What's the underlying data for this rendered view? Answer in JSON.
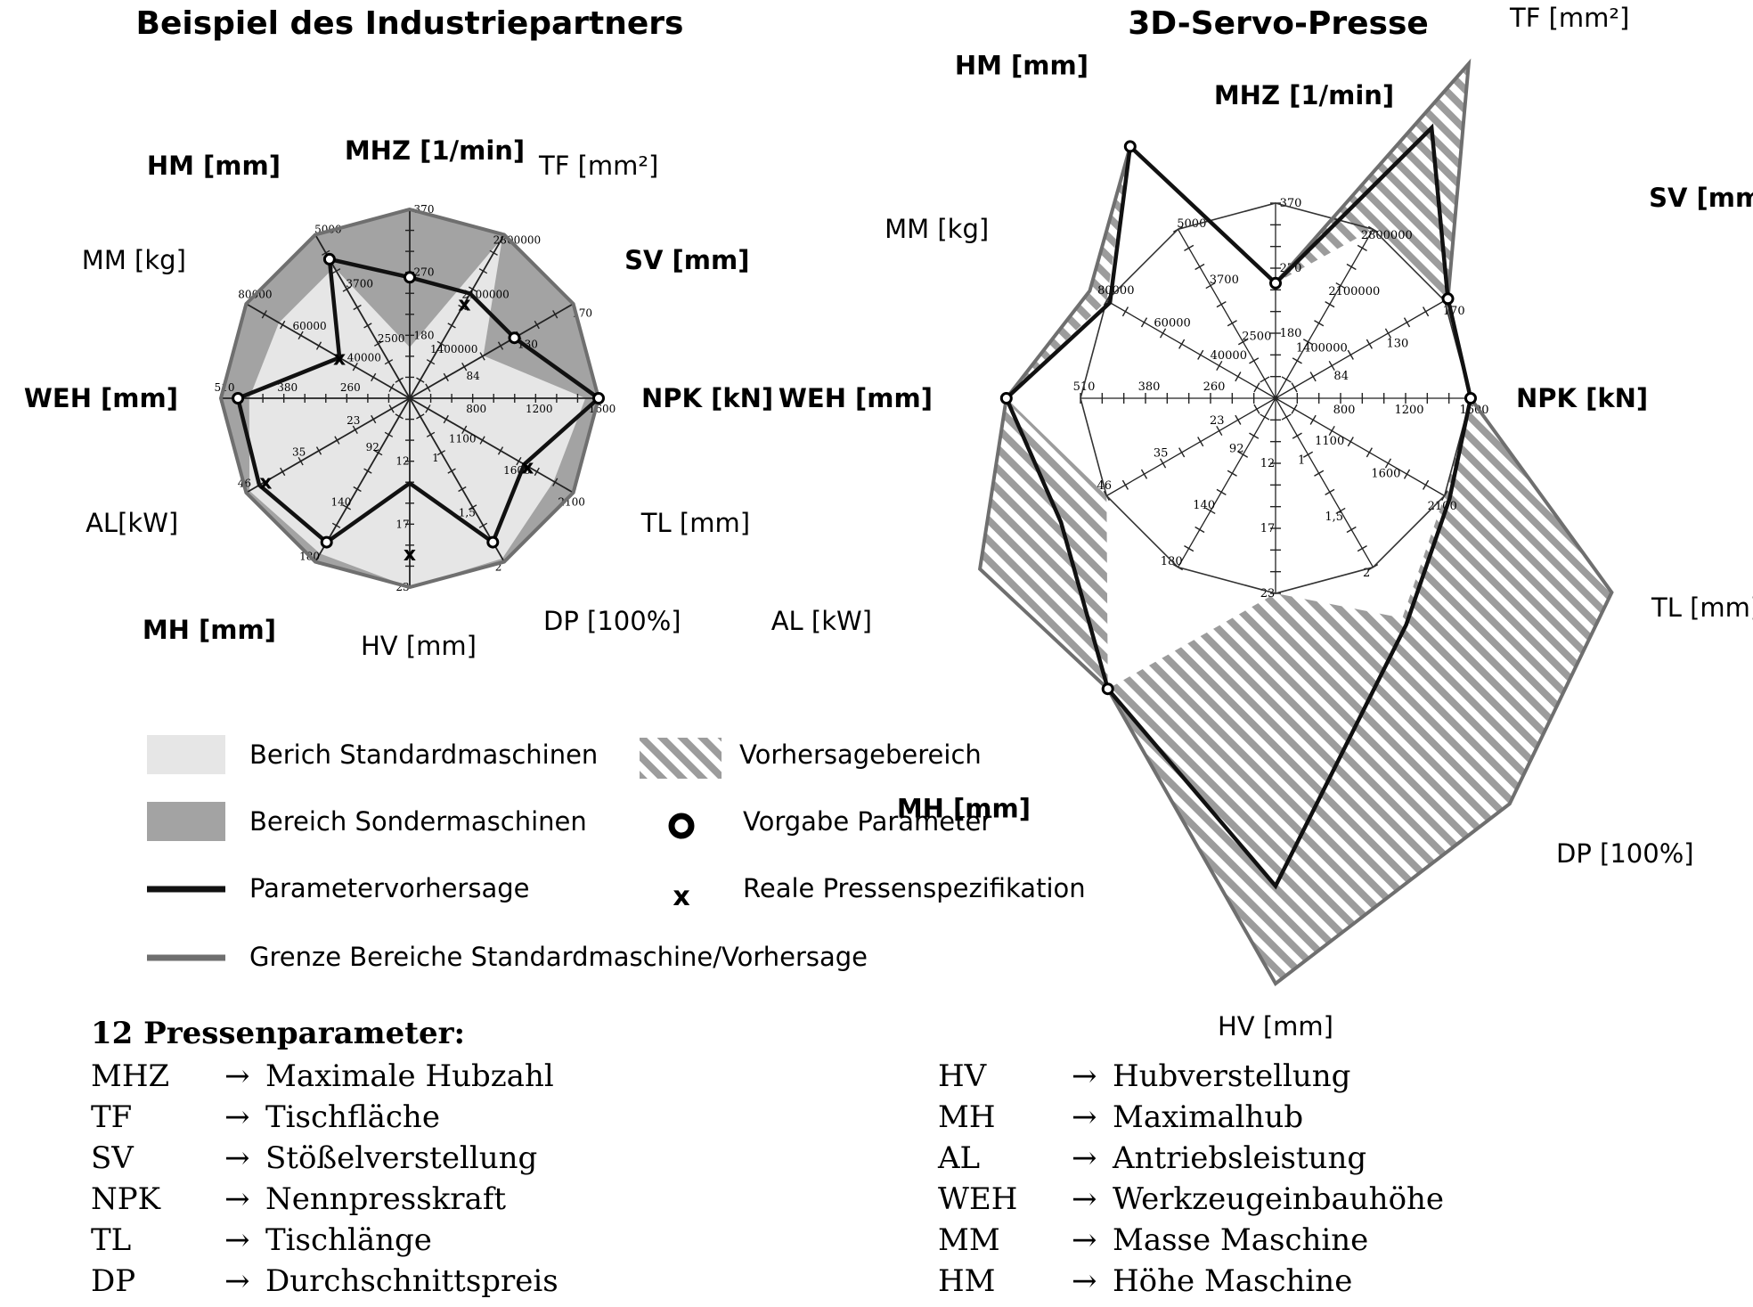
{
  "left_title": "Beispiel des Industriepartners",
  "right_title": "3D-Servo-Presse",
  "chart_data": [
    {
      "type": "radar",
      "title": "Beispiel des Industriepartners",
      "axes": [
        {
          "label": "MHZ [1/min]",
          "bold": true,
          "ticks": [
            "180",
            "270",
            "370"
          ]
        },
        {
          "label": "TF [mm²]",
          "bold": false,
          "ticks": [
            "1400000",
            "2100000",
            "2800000"
          ]
        },
        {
          "label": "SV [mm]",
          "bold": true,
          "ticks": [
            "84",
            "130",
            "170"
          ]
        },
        {
          "label": "NPK [kN]",
          "bold": true,
          "ticks": [
            "800",
            "1200",
            "1600"
          ]
        },
        {
          "label": "TL [mm]",
          "bold": false,
          "ticks": [
            "1100",
            "1600",
            "2100"
          ]
        },
        {
          "label": "DP [100%]",
          "bold": false,
          "ticks": [
            "1",
            "1,5",
            "2"
          ]
        },
        {
          "label": "HV [mm]",
          "bold": false,
          "ticks": [
            "12",
            "17",
            "23"
          ]
        },
        {
          "label": "MH [mm]",
          "bold": true,
          "ticks": [
            "92",
            "140",
            "180"
          ]
        },
        {
          "label": "AL[kW]",
          "bold": false,
          "ticks": [
            "23",
            "35",
            "46"
          ]
        },
        {
          "label": "WEH [mm]",
          "bold": true,
          "ticks": [
            "260",
            "380",
            "510"
          ]
        },
        {
          "label": "MM [kg]",
          "bold": false,
          "ticks": [
            "40000",
            "60000",
            "80000"
          ]
        },
        {
          "label": "HM [mm]",
          "bold": true,
          "ticks": [
            "2500",
            "3700",
            "5000"
          ]
        }
      ],
      "series": [
        {
          "name": "Bereich Sondermaschinen",
          "values": [
            1.0,
            1.0,
            1.0,
            1.0,
            1.0,
            1.0,
            1.0,
            1.0,
            1.0,
            1.0,
            1.0,
            1.0
          ]
        },
        {
          "name": "Bereich Standardmaschinen",
          "values": [
            0.27,
            0.98,
            0.45,
            0.93,
            0.88,
            0.98,
            1.0,
            0.95,
            0.98,
            0.85,
            0.8,
            0.8
          ]
        },
        {
          "name": "Grenze Bereiche Standardmaschine/Vorhersage",
          "values": [
            1.0,
            1.0,
            1.0,
            1.0,
            1.0,
            1.0,
            1.0,
            1.0,
            1.0,
            1.0,
            1.0,
            1.0
          ]
        },
        {
          "name": "Parametervorhersage",
          "values": [
            0.64,
            0.64,
            0.64,
            1.0,
            0.7,
            0.88,
            0.45,
            0.88,
            0.92,
            0.91,
            0.43,
            0.85
          ]
        },
        {
          "name": "Vorgabe Parameter",
          "values": [
            0.64,
            null,
            0.64,
            1.0,
            null,
            0.88,
            null,
            0.88,
            null,
            0.91,
            null,
            0.85
          ]
        },
        {
          "name": "Reale Pressenspezifikation",
          "values": [
            null,
            0.58,
            null,
            null,
            0.72,
            null,
            0.82,
            null,
            0.88,
            null,
            0.43,
            null
          ]
        }
      ]
    },
    {
      "type": "radar",
      "title": "3D-Servo-Presse",
      "axes": [
        {
          "label": "MHZ [1/min]",
          "bold": true,
          "ticks": [
            "180",
            "270",
            "370"
          ]
        },
        {
          "label": "TF [mm²]",
          "bold": false,
          "ticks": [
            "1400000",
            "2100000",
            "2800000"
          ]
        },
        {
          "label": "SV [mm]",
          "bold": true,
          "ticks": [
            "84",
            "130",
            "170"
          ]
        },
        {
          "label": "NPK [kN]",
          "bold": true,
          "ticks": [
            "800",
            "1200",
            "1600"
          ]
        },
        {
          "label": "TL [mm]",
          "bold": false,
          "ticks": [
            "1100",
            "1600",
            "2100"
          ]
        },
        {
          "label": "DP [100%]",
          "bold": false,
          "ticks": [
            "1",
            "1,5",
            "2"
          ]
        },
        {
          "label": "HV [mm]",
          "bold": false,
          "ticks": [
            "12",
            "17",
            "23"
          ]
        },
        {
          "label": "MH [mm]",
          "bold": true,
          "ticks": [
            "92",
            "140",
            "180"
          ]
        },
        {
          "label": "AL [kW]",
          "bold": false,
          "ticks": [
            "23",
            "35",
            "46"
          ]
        },
        {
          "label": "WEH [mm]",
          "bold": true,
          "ticks": [
            "260",
            "380",
            "510"
          ]
        },
        {
          "label": "MM [kg]",
          "bold": false,
          "ticks": [
            "40000",
            "60000",
            "80000"
          ]
        },
        {
          "label": "HM [mm]",
          "bold": true,
          "ticks": [
            "2500",
            "3700",
            "5000"
          ]
        }
      ],
      "series": [
        {
          "name": "Bereich Standardmaschinen",
          "values": [
            1.0,
            1.0,
            1.0,
            1.0,
            1.0,
            1.0,
            1.0,
            1.0,
            1.0,
            1.0,
            1.0,
            1.0
          ]
        },
        {
          "name": "Vorhersagebereich (outer)",
          "values": [
            0.59,
            1.98,
            1.02,
            1.0,
            1.99,
            2.4,
            3.0,
            1.72,
            1.75,
            1.38,
            1.1,
            1.49
          ]
        },
        {
          "name": "Vorhersagebereich (inner)",
          "values": [
            0.59,
            1.0,
            1.0,
            1.0,
            1.0,
            1.3,
            1.0,
            1.72,
            1.0,
            1.38,
            1.0,
            1.49
          ]
        },
        {
          "name": "Parametervorhersage",
          "values": [
            0.59,
            1.6,
            1.02,
            1.0,
            1.03,
            1.34,
            2.5,
            1.72,
            1.27,
            1.38,
            0.98,
            1.49
          ]
        },
        {
          "name": "Vorgabe Parameter",
          "values": [
            0.59,
            null,
            1.02,
            1.0,
            null,
            null,
            null,
            1.72,
            null,
            1.38,
            null,
            1.49
          ]
        }
      ]
    }
  ],
  "legend": {
    "standard": "Berich Standardmaschinen",
    "sonder": "Bereich Sondermaschinen",
    "vorhersage": "Parametervorhersage",
    "grenze": "Grenze Bereiche Standardmaschine/Vorhersage",
    "vorhersagebereich": "Vorhersagebereich",
    "vorgabe": "Vorgabe Parameter",
    "real_marker": "x",
    "real": "Reale Pressenspezifikation"
  },
  "abbreviations": {
    "heading": "12  Pressenparameter:",
    "arrow": "→",
    "left": [
      {
        "abbr": "MHZ",
        "meaning": "Maximale Hubzahl"
      },
      {
        "abbr": "TF",
        "meaning": "Tischfläche"
      },
      {
        "abbr": "SV",
        "meaning": "Stößelverstellung"
      },
      {
        "abbr": "NPK",
        "meaning": "Nennpresskraft"
      },
      {
        "abbr": "TL",
        "meaning": "Tischlänge"
      },
      {
        "abbr": "DP",
        "meaning": "Durchschnittspreis"
      }
    ],
    "right": [
      {
        "abbr": "HV",
        "meaning": "Hubverstellung"
      },
      {
        "abbr": "MH",
        "meaning": "Maximalhub"
      },
      {
        "abbr": "AL",
        "meaning": "Antriebsleistung"
      },
      {
        "abbr": "WEH",
        "meaning": "Werkzeugeinbauhöhe"
      },
      {
        "abbr": "MM",
        "meaning": "Masse Maschine"
      },
      {
        "abbr": "HM",
        "meaning": "Höhe Maschine"
      }
    ]
  },
  "colors": {
    "standard_fill": "#e6e6e6",
    "sonder_fill": "#a3a3a3",
    "prediction_line": "#111111",
    "boundary_line": "#6f6f6f",
    "hatch_line": "#9c9c9c",
    "axis_line": "#222222"
  }
}
